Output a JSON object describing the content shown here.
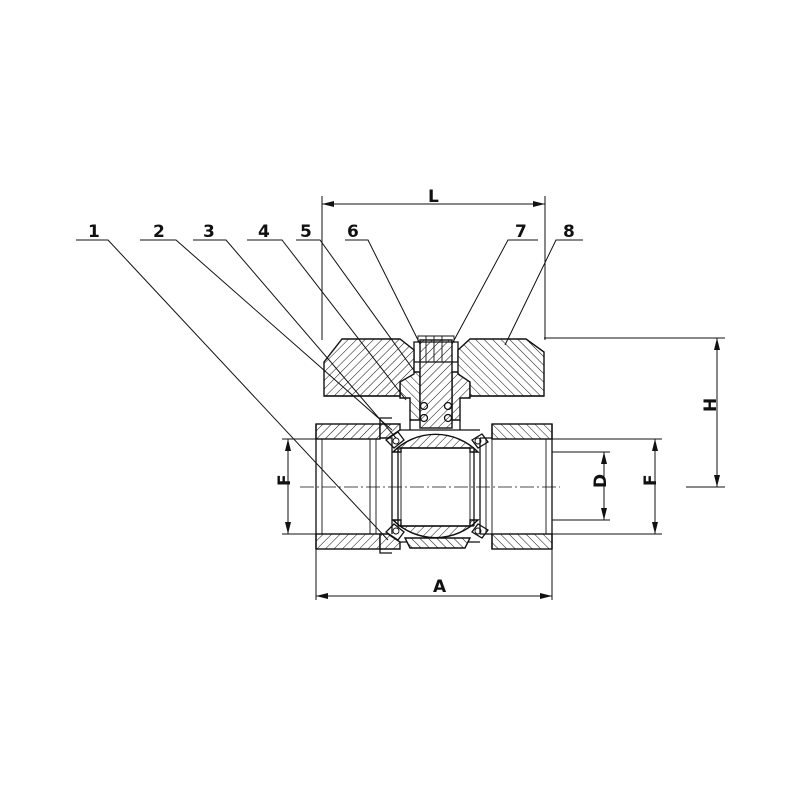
{
  "part_labels": [
    "1",
    "2",
    "3",
    "4",
    "5",
    "6",
    "7",
    "8"
  ],
  "dimensions": {
    "L": "L",
    "H": "H",
    "A": "A",
    "D": "D",
    "F_left": "F",
    "F_right": "F"
  },
  "colors": {
    "line": "#111111",
    "background": "#ffffff"
  }
}
